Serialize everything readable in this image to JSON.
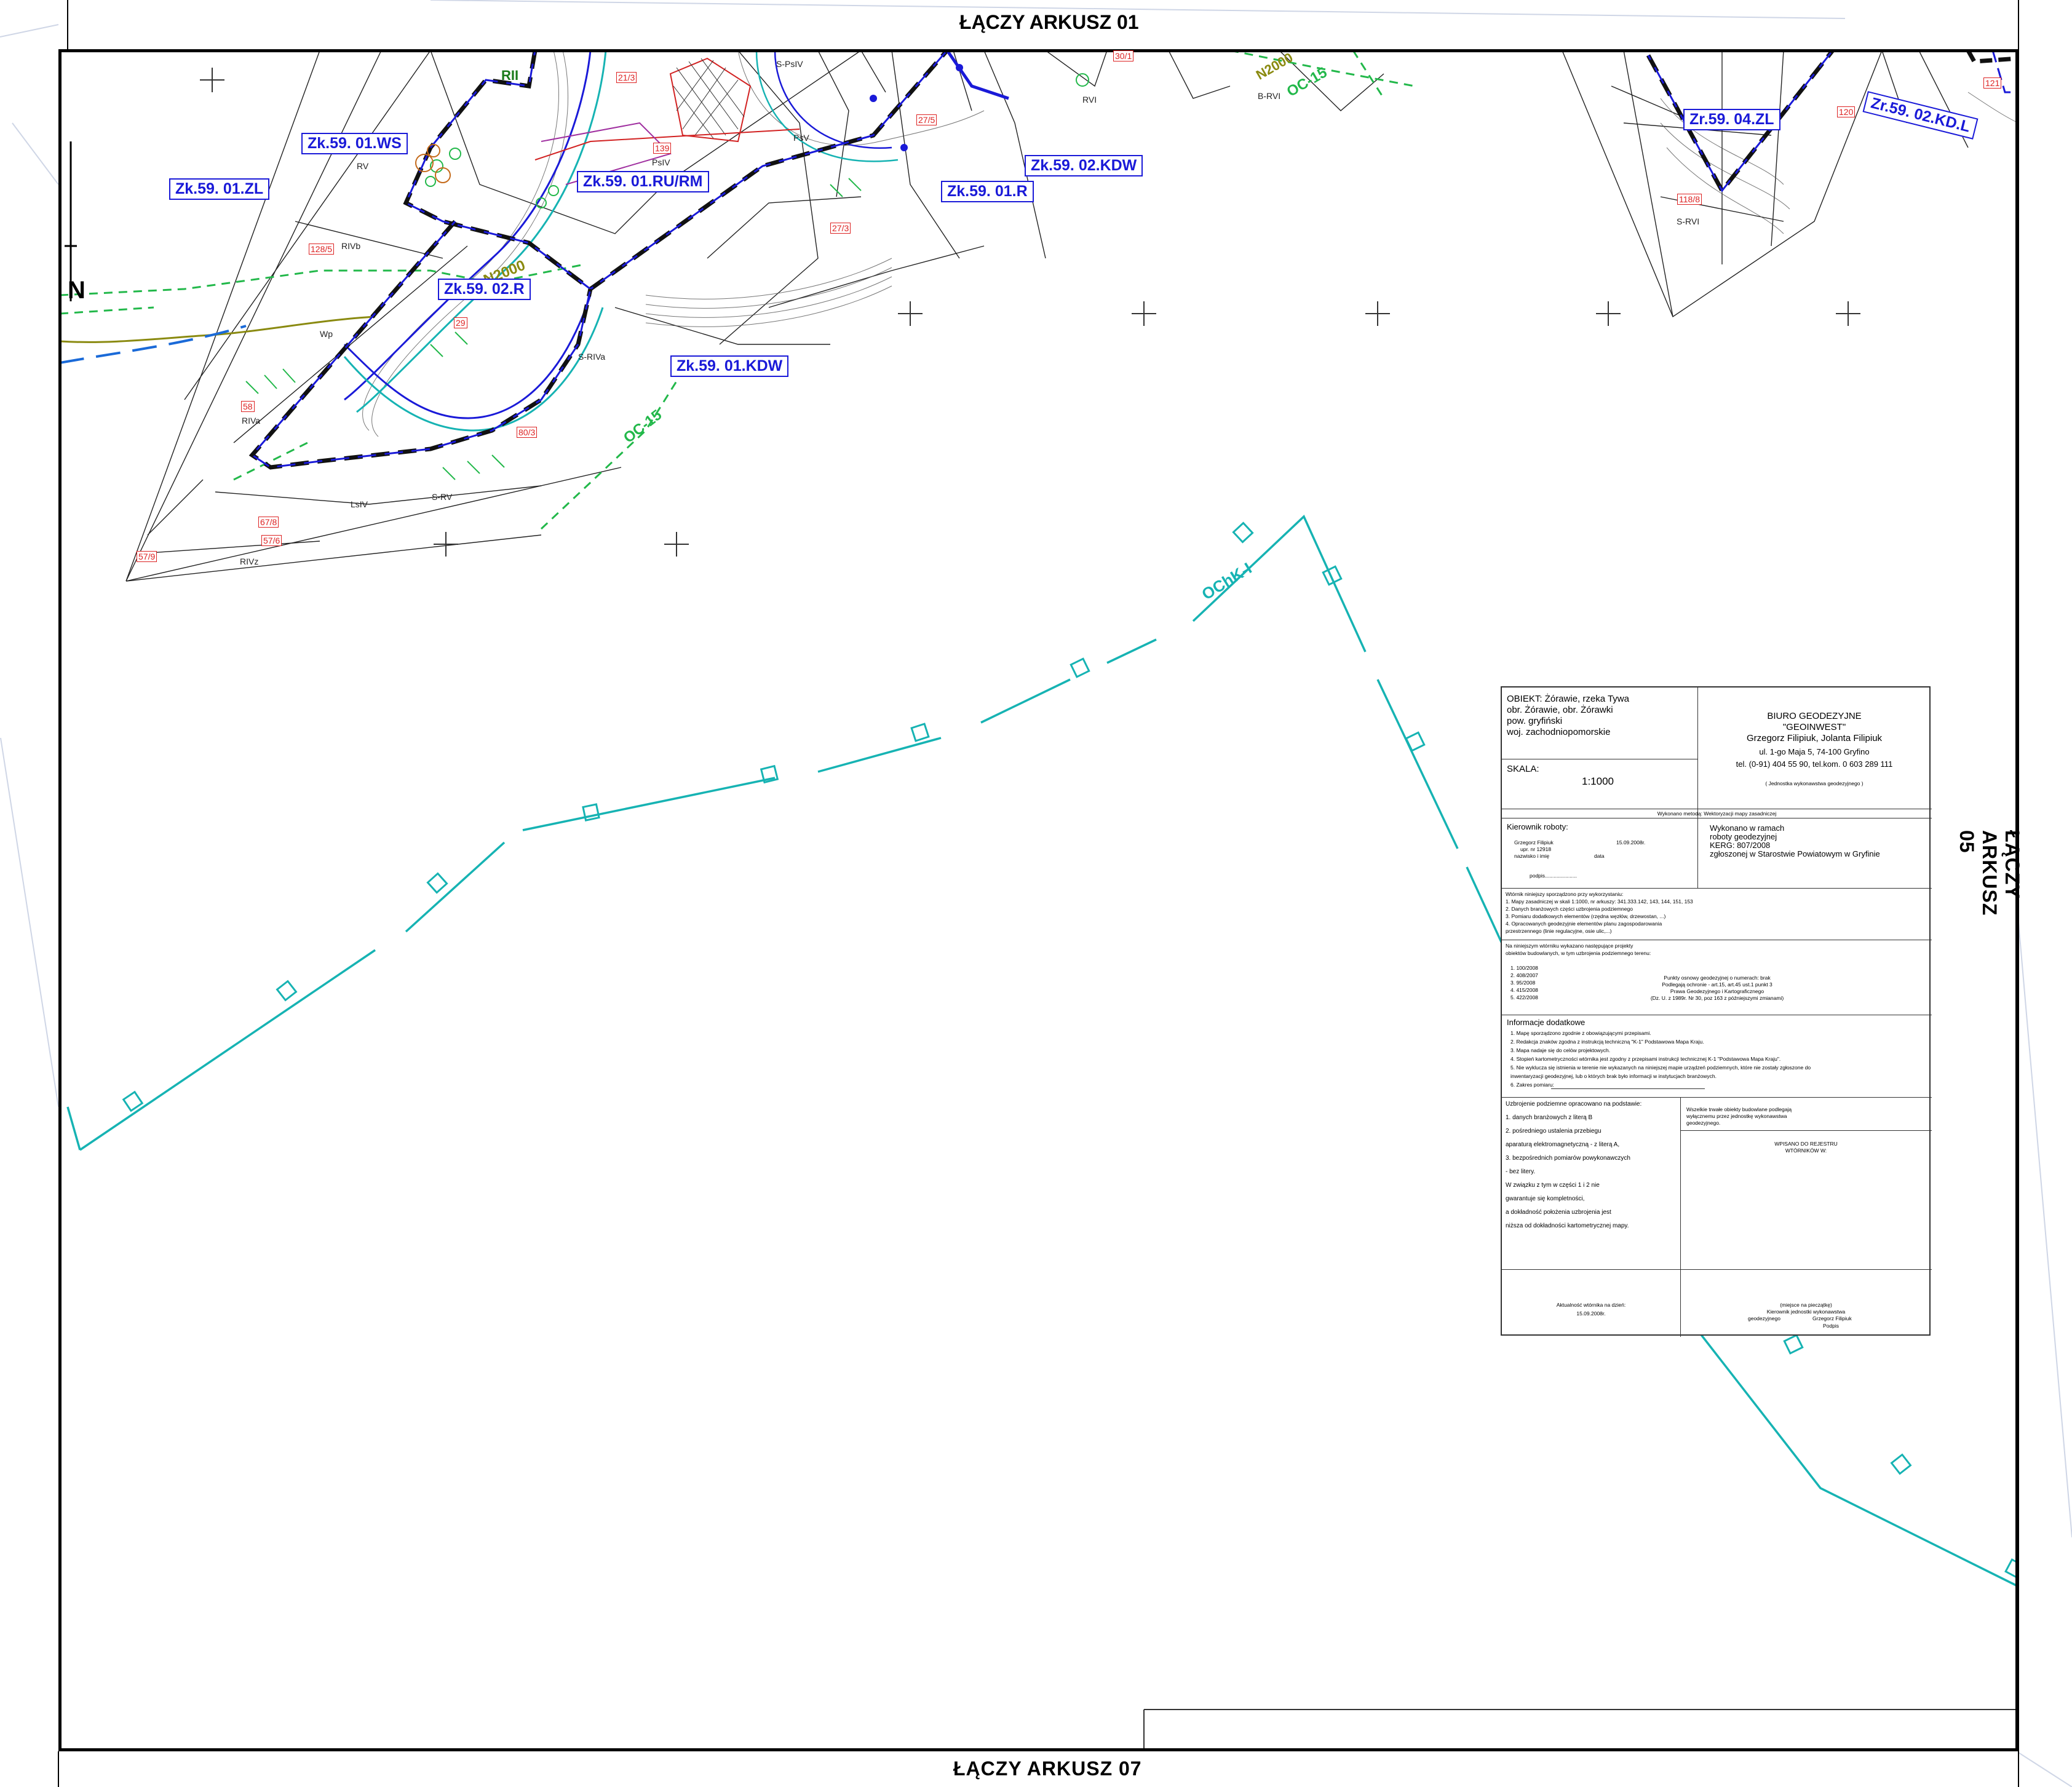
{
  "edges": {
    "top": "ŁĄCZY ARKUSZ 01",
    "bottom": "ŁĄCZY ARKUSZ 07",
    "right": "ŁĄCZY ARKUSZ 05"
  },
  "north_label": "N",
  "map_labels": [
    "Zk.59. 01.WS",
    "Zk.59. 01.ZL",
    "Zk.59. 01.RU/RM",
    "Zk.59. 02.KDW",
    "Zk.59. 01.R",
    "Zk.59. 02.R",
    "Zk.59. 01.KDW",
    "Zr.59. 04.ZL",
    "Zr.59. 02.KD.L"
  ],
  "parcel_numbers": [
    "21/3",
    "139",
    "27/5",
    "27/3",
    "29",
    "58",
    "80/3",
    "128/5",
    "67/8",
    "57/9",
    "57/6",
    "118/8",
    "120",
    "121",
    "30/1"
  ],
  "zone_labels": {
    "och": "OChK-I",
    "oc15": "OC-15",
    "n2000": "N2000",
    "rii": "RII"
  },
  "soil_labels": [
    "RV",
    "RIVb",
    "PsIV",
    "S-PsIV",
    "RVI",
    "PsV",
    "S-RIVa",
    "RIVa",
    "S-RV",
    "LsIV",
    "RIVz",
    "S-RVI",
    "B-RVI",
    "Wp"
  ],
  "title_block": {
    "object": [
      "OBIEKT: Żórawie, rzeka Tywa",
      "obr. Żórawie, obr. Żórawki",
      "pow. gryfiński",
      "woj. zachodniopomorskie"
    ],
    "scale_label": "SKALA:",
    "scale_value": "1:1000",
    "company": [
      "BIURO GEODEZYJNE",
      "\"GEOINWEST\"",
      "Grzegorz  Filipiuk, Jolanta Filipiuk",
      "ul. 1-go Maja 5, 74-100 Gryfino",
      "tel. (0-91) 404 55 90, tel.kom. 0 603 289 111"
    ],
    "company_note": "( Jednostka wykonawstwa geodezyjnego )",
    "method": "Wykonano metodą:  Wektoryzacji mapy zasadniczej",
    "manager_title": "Kierownik roboty:",
    "manager_lines": [
      "Grzegorz Filipiuk",
      "upr. nr 12918",
      "nazwisko i imię",
      "15.09.2008r.",
      "data",
      "podpis......................"
    ],
    "work_lines": [
      "Wykonano w ramach",
      "roboty geodezyjnej",
      "KERG: 807/2008",
      "zgłoszonej w Starostwie Powiatowym w Gryfinie"
    ],
    "sources": [
      "Wtórnik niniejszy sporządzono przy wykorzystaniu:",
      "1. Mapy zasadniczej w skali 1:1000, nr arkuszy: 341.333.142, 143, 144, 151, 153",
      "2. Danych branżowych części uzbrojenia podziemnego",
      "3. Pomiaru dodatkowych elementów (rzędna węzłów, drzewostan, ...)",
      "4. Opracowanych geodezyjnie elementów planu zagospodarowania",
      "    przestrzennego (linie regulacyjne, osie ulic,...)"
    ],
    "projects_head": [
      "Na niniejszym wtórniku wykazano następujące projekty",
      "obiektów budowlanych, w tym uzbrojenia podziemnego terenu:"
    ],
    "projects": [
      "1. 100/2008",
      "2. 408/2007",
      "3. 95/2008",
      "4. 415/2008",
      "5. 422/2008"
    ],
    "points_note": [
      "Punkty osnowy geodezyjnej o numerach: brak",
      "Podlegają ochronie - art.15, art.45 ust.1 punkt 3",
      "Prawa Geodezyjnego i Kartograficznego",
      "(Dz. U. z 1989r. Nr 30, poz 163 z późniejszymi zmianami)"
    ],
    "info_title": "Informacje dodatkowe",
    "info": [
      "1. Mapę sporządzono zgodnie z obowiązującymi przepisami.",
      "2. Redakcja znaków zgodna z instrukcją techniczną \"K-1\" Podstawowa Mapa Kraju.",
      "3. Mapa nadaje się do celów projektowych.",
      "4. Stopień kartometryczności wtórnika jest zgodny z przepisami instrukcji technicznej K-1 \"Podstawowa Mapa Kraju\".",
      "5. Nie wyklucza się istnienia w terenie nie wykazanych na niniejszej mapie urządzeń podziemnych, które nie zostały zgłoszone do",
      "    inwentaryzacji geodezyjnej, lub o których brak było informacji w instytucjach branżowych.",
      "6. Zakres pomiaru:"
    ],
    "uzbrojenie": [
      "Uzbrojenie podziemne opracowano na podstawie:",
      "1. danych branżowych z literą B",
      "2. pośredniego ustalenia przebiegu",
      "   aparaturą elektromagnetyczną - z literą A,",
      "3. bezpośrednich pomiarów powykonawczych",
      "   - bez litery.",
      "W  związku z tym w części 1 i 2 nie",
      "gwarantuje się kompletności,",
      "a dokładność położenia uzbrojenia jest",
      "niższa od dokładności kartometrycznej mapy."
    ],
    "right_note": [
      "Wszelkie trwałe obiekty budowlane podlegają",
      "wyłącznemu przez jednostkę wykonawstwa",
      "geodezyjnego."
    ],
    "register": [
      "WPISANO DO REJESTRU",
      "WTÓRNIKÓW W:"
    ],
    "actual": [
      "Aktualność wtórnika na dzień:",
      "15.09.2008r."
    ],
    "stamp": [
      "(miejsce na pieczątkę)",
      "Kierownik jednostki wykonawstwa",
      "geodezyjnego",
      "Grzegorz Filipiuk",
      "Podpis"
    ]
  },
  "colors": {
    "boundary_blue": "#1a1ad8",
    "teal": "#16b3b3",
    "green": "#22b84a",
    "olive": "#8a8a10",
    "red": "#d22222"
  }
}
